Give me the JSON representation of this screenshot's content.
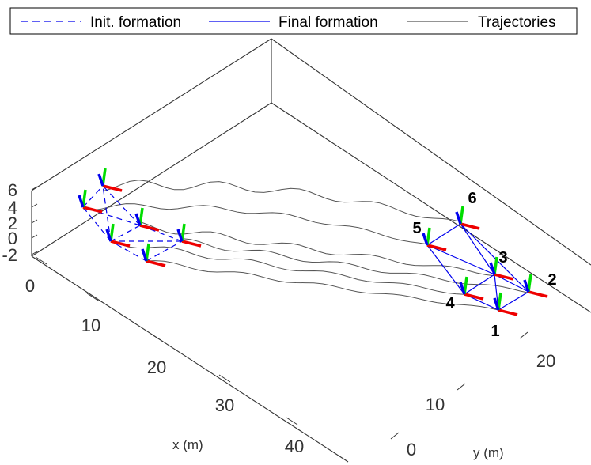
{
  "chart_data": {
    "type": "line",
    "legend": {
      "placement": "top",
      "entries": [
        {
          "label": "Init. formation",
          "style": "dashed",
          "color": "#0000ee"
        },
        {
          "label": "Final formation",
          "style": "solid",
          "color": "#0000ee"
        },
        {
          "label": "Trajectories",
          "style": "solid",
          "color": "#555555"
        }
      ]
    },
    "axes": {
      "xlabel": "x (m)",
      "ylabel": "y (m)",
      "zlabel": "",
      "x_ticks": [
        "0",
        "10",
        "20",
        "30",
        "40"
      ],
      "y_ticks": [
        "0",
        "10",
        "20"
      ],
      "z_ticks": [
        "6",
        "4",
        "2",
        "0",
        "-2"
      ],
      "xlim": [
        0,
        45
      ],
      "ylim": [
        -5,
        28
      ],
      "zlim": [
        -2,
        6
      ],
      "grid": false
    },
    "colors": {
      "formation": "#0000ee",
      "trajectory": "#555555",
      "frame_x_axis": "#ee0000",
      "frame_y_axis": "#00dd00",
      "frame_z_axis": "#0000ee"
    },
    "agent_labels": [
      "1",
      "2",
      "3",
      "4",
      "5",
      "6"
    ]
  }
}
